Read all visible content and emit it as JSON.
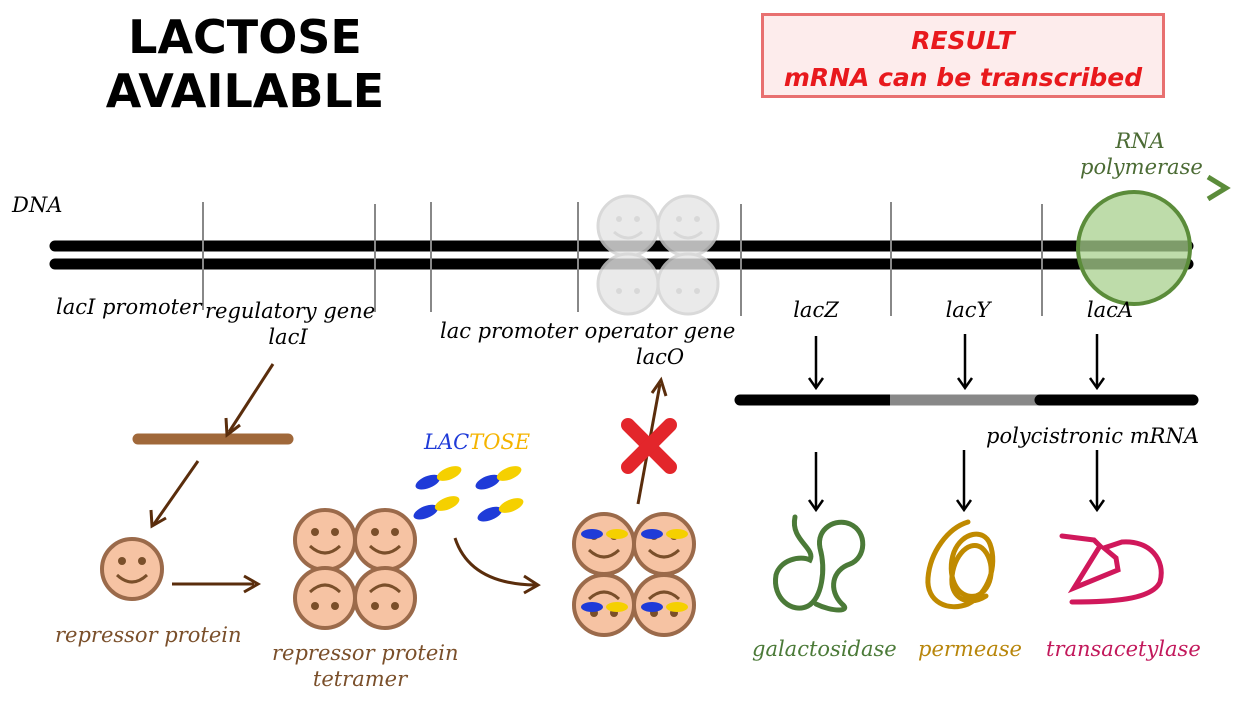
{
  "title": {
    "line1": "LACTOSE",
    "line2": "AVAILABLE"
  },
  "result": {
    "line1": "RESULT",
    "line2": "mRNA can be transcribed"
  },
  "labels": {
    "dna": "DNA",
    "rna_polymerase_1": "RNA",
    "rna_polymerase_2": "polymerase",
    "laci_promoter": "lacI promoter",
    "regulatory_gene_1": "regulatory gene",
    "regulatory_gene_2": "lacI",
    "lac_promoter": "lac promoter",
    "operator_gene_1": "operator gene",
    "operator_gene_2": "lacO",
    "lacz": "lacZ",
    "lacy": "lacY",
    "laca": "lacA",
    "polycistronic_mrna": "polycistronic mRNA",
    "lactose_lac": "LAC",
    "lactose_tose": "TOSE",
    "repressor_protein": "repressor protein",
    "repressor_tetramer_1": "repressor protein",
    "repressor_tetramer_2": "tetramer",
    "galactosidase": "galactosidase",
    "permease": "permease",
    "transacetylase": "transacetylase"
  },
  "colors": {
    "brown": "#7a4f2a",
    "face_fill": "#f6c3a3",
    "face_stroke": "#9b6a4a",
    "lactose_blue": "#1f3bd8",
    "lactose_yellow": "#f5d000",
    "polymerase_green": "#5b8c3a",
    "galactosidase_green": "#4b7a38",
    "permease_gold": "#c08a00",
    "transacetylase_pink": "#d0185b",
    "result_red": "#e8191d",
    "cross_red": "#e3262b"
  }
}
